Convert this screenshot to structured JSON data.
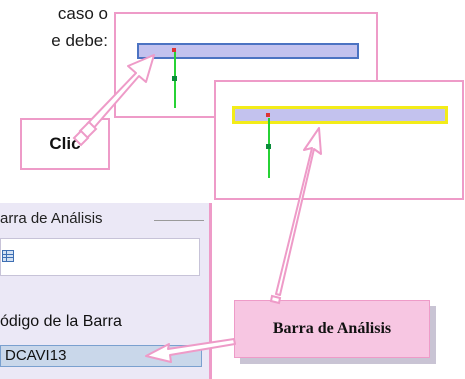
{
  "body_text": {
    "line1": "caso o",
    "line2": "e debe:"
  },
  "clic_label": "Clic",
  "analysis_window": {
    "title": "arra de Análisis",
    "column_header": "ódigo de la Barra",
    "rows": [
      "DCAVI13"
    ],
    "grid_icon": "grid-icon"
  },
  "callout": {
    "label": "Barra de Análisis"
  },
  "colors": {
    "pink_border": "#ee9bc8",
    "bar_fill": "#c3c2ee",
    "selected_bar_outline": "#f3ec19",
    "stem": "#27d235",
    "callout_fill": "#f7c6e2"
  }
}
